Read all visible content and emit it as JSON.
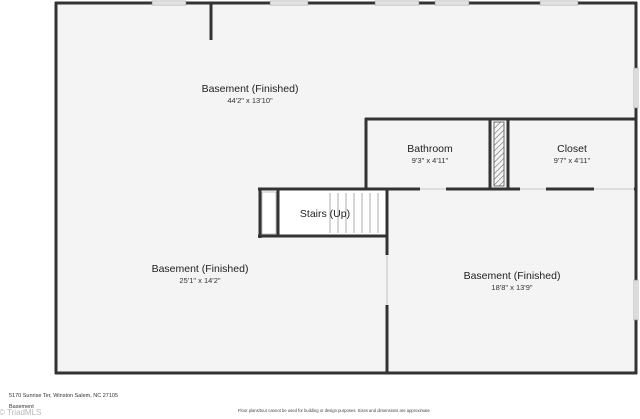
{
  "rooms": {
    "basement_top": {
      "name": "Basement (Finished)",
      "dims": "44'2\" x 13'10\""
    },
    "bathroom": {
      "name": "Bathroom",
      "dims": "9'3\" x 4'11\""
    },
    "closet": {
      "name": "Closet",
      "dims": "9'7\" x 4'11\""
    },
    "stairs": {
      "name": "Stairs (Up)"
    },
    "basement_left": {
      "name": "Basement (Finished)",
      "dims": "25'1\" x 14'2\""
    },
    "basement_right": {
      "name": "Basement (Finished)",
      "dims": "18'8\" x 13'9\""
    }
  },
  "footer": {
    "address": "5170 Sunrise Ter, Winston Salem, NC 27105",
    "floor": "Basement",
    "disclaimer": "Floor plans/tour cannot be used for building or design purposes. Sizes and dimensions are approximate.",
    "watermark": "© TriadMLS"
  },
  "colors": {
    "wall": "#333333",
    "floor": "#f4f4f4",
    "window": "#ffffff"
  }
}
